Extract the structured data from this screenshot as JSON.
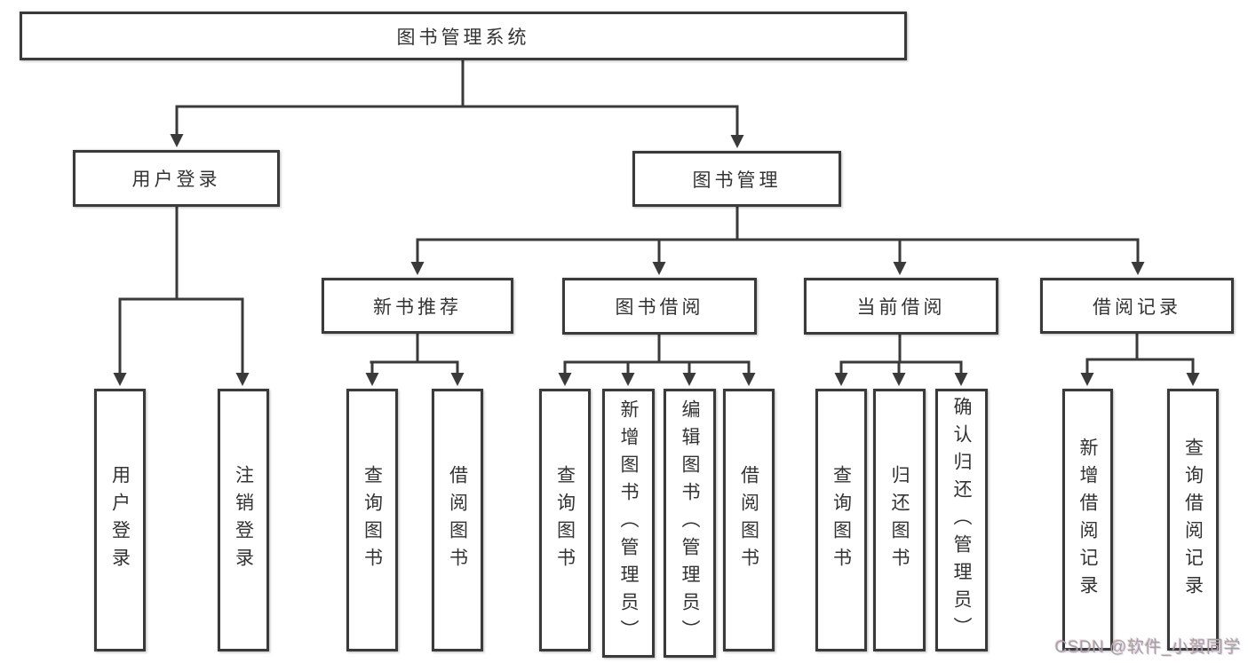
{
  "diagram": {
    "root": {
      "label": "图书管理系统",
      "children": [
        {
          "label": "用户登录",
          "children": [
            {
              "label": "用户登录"
            },
            {
              "label": "注销登录"
            }
          ]
        },
        {
          "label": "图书管理",
          "children": [
            {
              "label": "新书推荐",
              "children": [
                {
                  "label": "查询图书"
                },
                {
                  "label": "借阅图书"
                }
              ]
            },
            {
              "label": "图书借阅",
              "children": [
                {
                  "label": "查询图书"
                },
                {
                  "label": "新增图书（管理员）"
                },
                {
                  "label": "编辑图书（管理员）"
                },
                {
                  "label": "借阅图书"
                }
              ]
            },
            {
              "label": "当前借阅",
              "children": [
                {
                  "label": "查询图书"
                },
                {
                  "label": "归还图书"
                },
                {
                  "label": "确认归还（管理员）"
                }
              ]
            },
            {
              "label": "借阅记录",
              "children": [
                {
                  "label": "新增借阅记录"
                },
                {
                  "label": "查询借阅记录"
                }
              ]
            }
          ]
        }
      ]
    }
  },
  "watermark": {
    "text": "CSDN @软件_小贺同学"
  },
  "colors": {
    "line": "#3a3a3a",
    "text": "#333333",
    "background": "#ffffff",
    "watermark": "#a3a3a3"
  }
}
